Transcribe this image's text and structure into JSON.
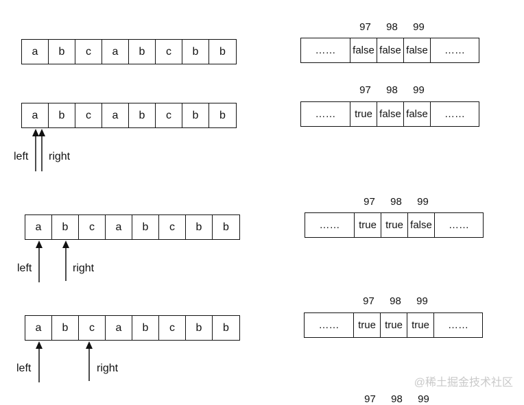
{
  "string_chars": [
    "a",
    "b",
    "c",
    "a",
    "b",
    "c",
    "b",
    "b"
  ],
  "table": {
    "ellipsis_left": "……",
    "ellipsis_right": "……",
    "indices": [
      "97",
      "98",
      "99"
    ]
  },
  "pointer_labels": {
    "left": "left",
    "right": "right"
  },
  "steps": [
    {
      "flags": [
        "false",
        "false",
        "false"
      ],
      "left_index": null,
      "right_index": null
    },
    {
      "flags": [
        "true",
        "false",
        "false"
      ],
      "left_index": 0,
      "right_index": 0
    },
    {
      "flags": [
        "true",
        "true",
        "false"
      ],
      "left_index": 0,
      "right_index": 1
    },
    {
      "flags": [
        "true",
        "true",
        "true"
      ],
      "left_index": 0,
      "right_index": 2
    }
  ],
  "watermark": "@稀土掘金技术社区"
}
